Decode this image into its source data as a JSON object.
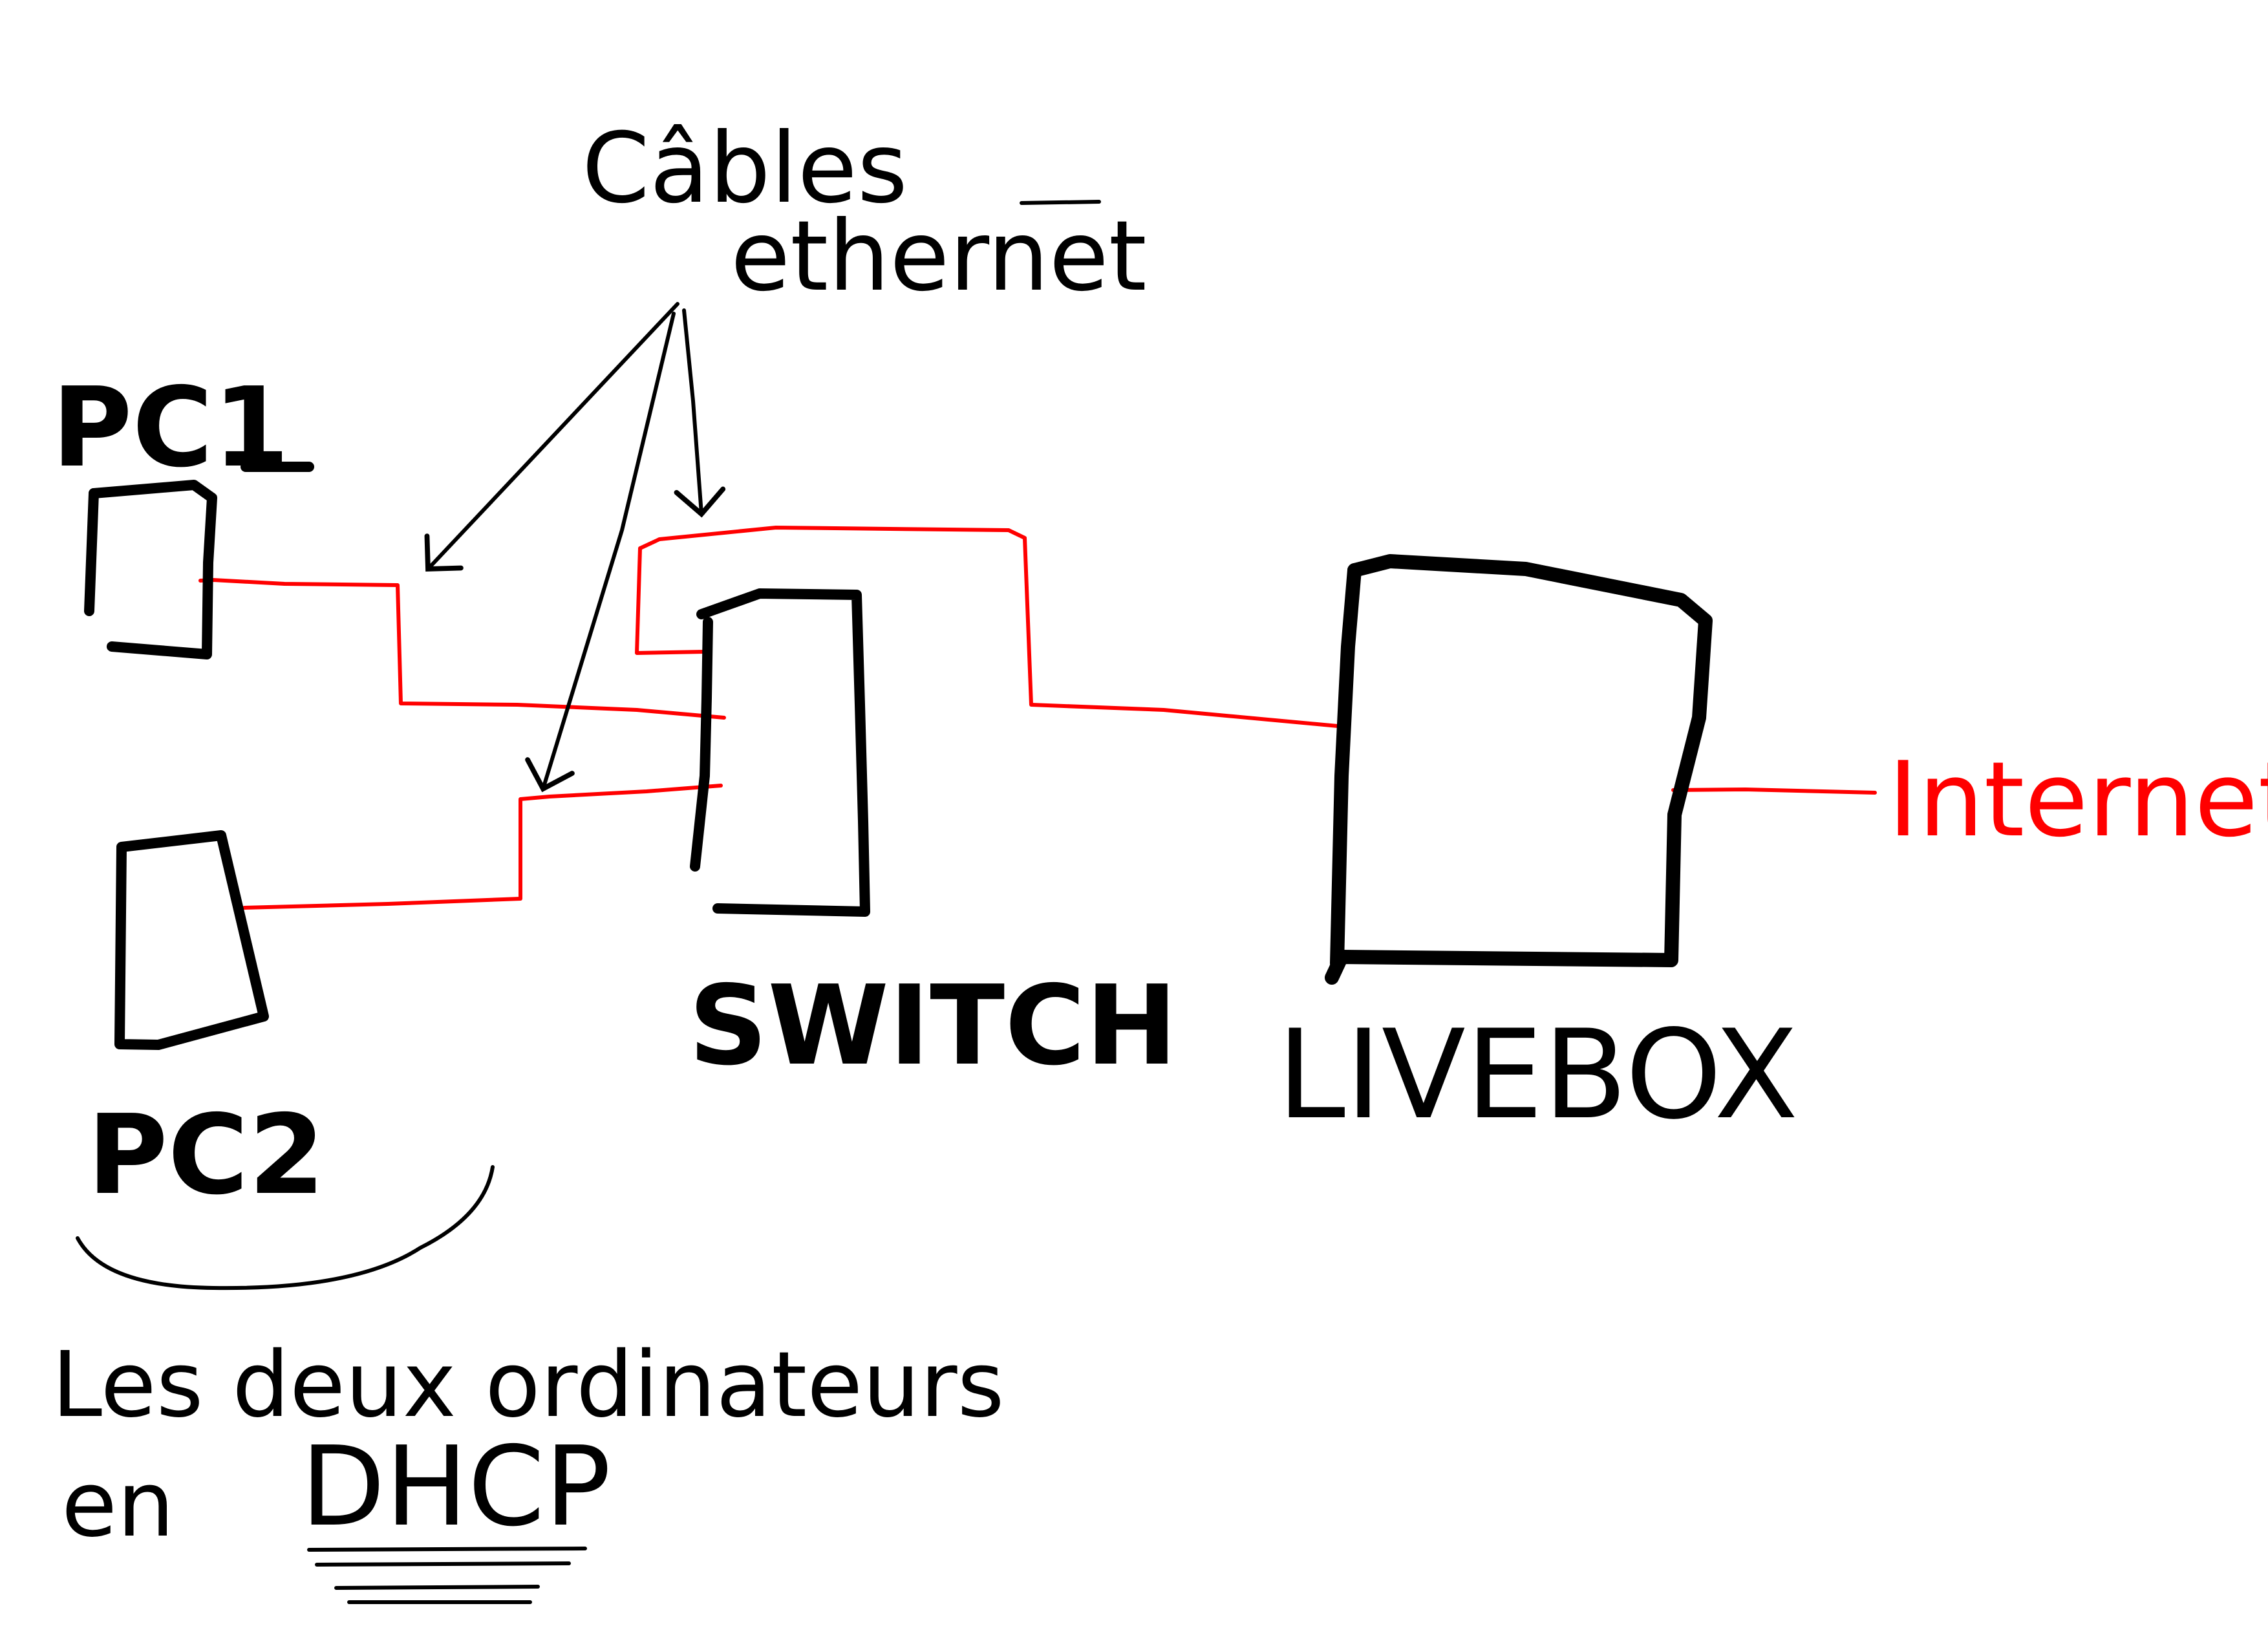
{
  "colors": {
    "ink": "#000000",
    "cable": "#ff0000",
    "background": "#ffffff"
  },
  "nodes": {
    "pc1": {
      "label": "PC1"
    },
    "pc2": {
      "label": "PC2"
    },
    "switch": {
      "label": "SWITCH"
    },
    "livebox": {
      "label": "LIVEBOX"
    },
    "internet": {
      "label": "Internet"
    }
  },
  "annotations": {
    "cables_line1": "Câbles",
    "cables_line2": "ethernet",
    "dhcp_note_line1": "Les deux ordinateurs",
    "dhcp_note_prefix": "en",
    "dhcp_note_keyword": "DHCP"
  },
  "edges": [
    {
      "from": "pc1",
      "to": "switch",
      "kind": "ethernet"
    },
    {
      "from": "pc2",
      "to": "switch",
      "kind": "ethernet"
    },
    {
      "from": "switch",
      "to": "livebox",
      "kind": "ethernet"
    },
    {
      "from": "livebox",
      "to": "internet",
      "kind": "wan"
    }
  ]
}
